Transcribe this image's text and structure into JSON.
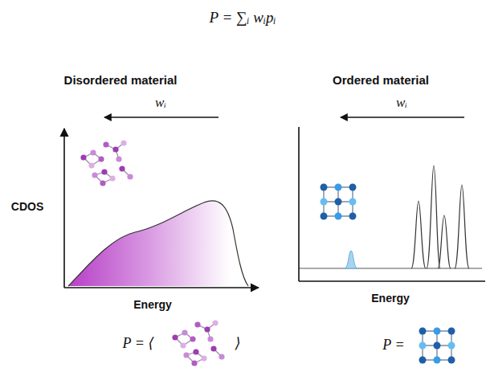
{
  "diagram": {
    "title": "P = ∑ᵢ wᵢpᵢ",
    "labels": [
      "Disordered material",
      "Ordered material",
      "wᵢ",
      "wᵢ",
      "CDOS",
      "Energy",
      "Energy",
      "P = ⟨",
      "⟩",
      "P ="
    ]
  }
}
